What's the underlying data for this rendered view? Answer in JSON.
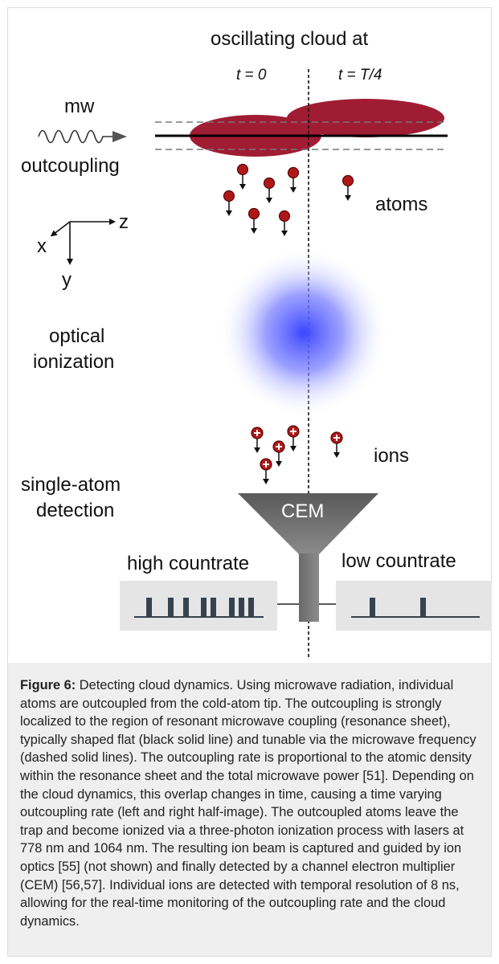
{
  "title": "oscillating cloud at",
  "time_left": "t = 0",
  "time_right": "t = T/4",
  "labels": {
    "mw": "mw",
    "outcoupling": "outcoupling",
    "atoms": "atoms",
    "axis_z": "z",
    "axis_x": "x",
    "axis_y": "y",
    "optical_line1": "optical",
    "optical_line2": "ionization",
    "ions": "ions",
    "single_line1": "single-atom",
    "single_line2": "detection",
    "cem": "CEM",
    "high_countrate": "high countrate",
    "low_countrate": "low countrate"
  },
  "colors": {
    "cloud": "#a01c33",
    "particle": "#b01818",
    "ionization": "#4a55ff",
    "funnel": "#6e6e6e",
    "trace_box": "#e5e5e5",
    "pulse": "#37424d",
    "caption_bg": "#efefef"
  },
  "caption": {
    "label": "Figure 6:",
    "text": " Detecting cloud dynamics. Using microwave radiation, individual atoms are outcoupled from the cold-atom tip. The outcoupling is strongly localized to the region of resonant microwave coupling (resonance sheet), typically shaped flat (black solid line) and tunable via the microwave frequency (dashed solid lines). The outcoupling rate is proportional to the atomic density within the resonance sheet and the total microwave power [51]. Depending on the cloud dynamics, this overlap changes in time, causing a time varying outcoupling rate (left and right half-image). The outcoupled atoms leave the trap and become ionized via a three-photon ionization process with lasers at 778 nm and 1064 nm. The resulting ion beam is captured and guided by ion optics [55] (not shown) and finally detected by a channel electron multiplier (CEM) [56,57]. Individual ions are detected with temporal resolution of 8 ns, allowing for the real-time monitoring of the outcoupling rate and the cloud dynamics."
  }
}
